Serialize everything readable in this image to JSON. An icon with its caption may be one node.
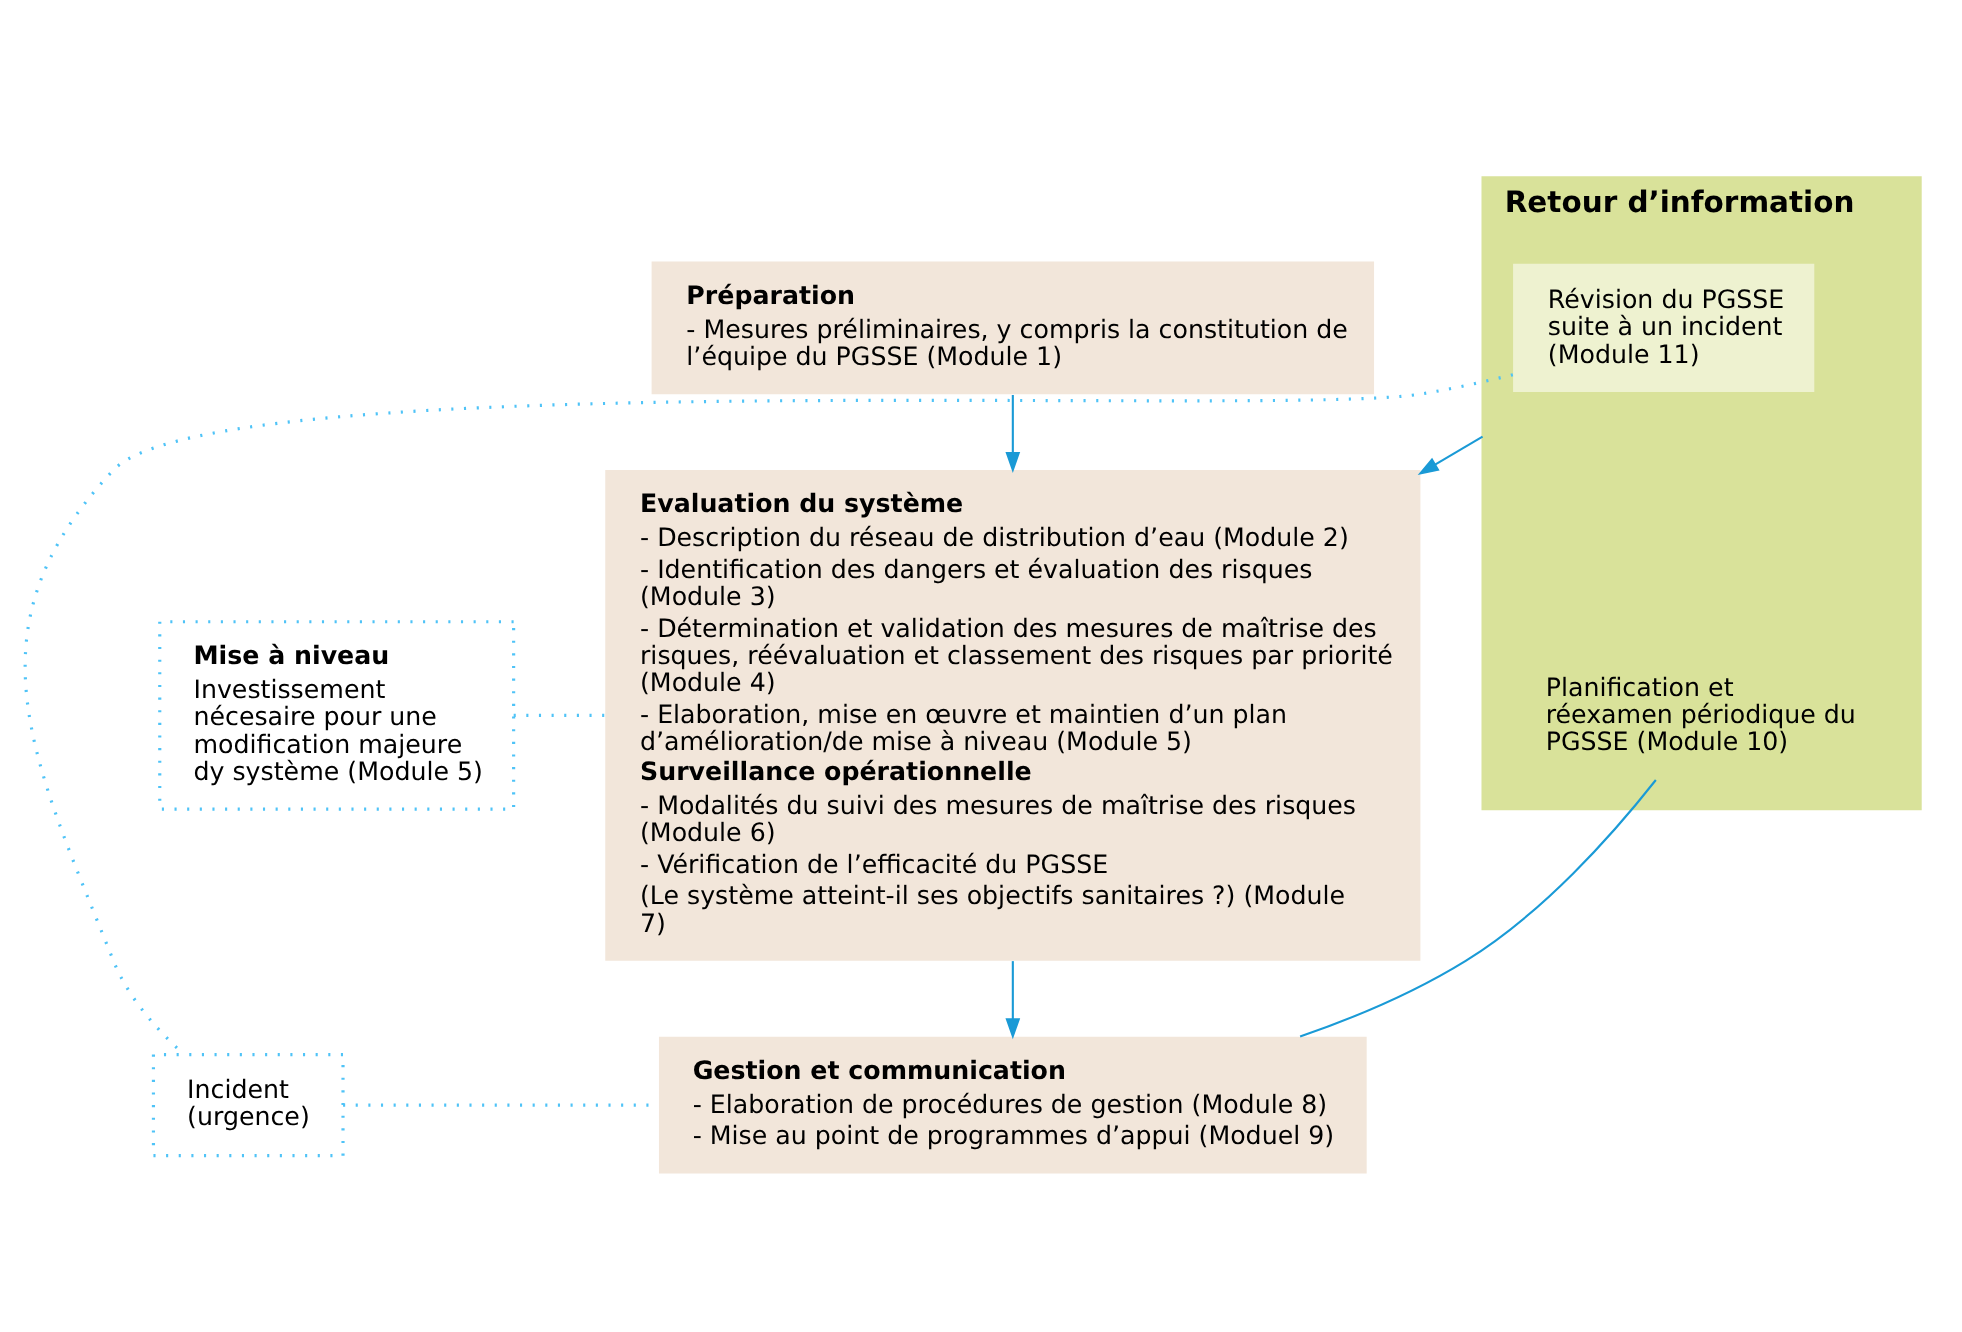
{
  "diagram": {
    "nodes": [
      {
        "text": [
          "Préparation",
          "- Mesures préliminaires, y compris la constitution de l’équipe du PGSSE (Module 1)"
        ]
      },
      {
        "text": [
          "Evaluation du système",
          "- Description du réseau de distribution d’eau (Module 2)",
          "- Identification des dangers et évaluation des risques (Module 3)",
          "- Détermination et validation des mesures de maîtrise des risques, réévaluation et classement des risques par priorité (Module 4)",
          "- Elaboration, mise en œuvre et maintien d’un plan d’amélioration/de mise à niveau (Module 5)",
          "Surveillance opérationnelle",
          "- Modalités du suivi des mesures de maîtrise des risques (Module 6)",
          "- Vérification de l’efficacité du PGSSE",
          "(Le système atteint-il ses objectifs sanitaires ?) (Module 7)"
        ]
      },
      {
        "text": [
          "Retour d’information"
        ]
      },
      {
        "text": [
          "Révision du PGSSE suite à un incident (Module 11)"
        ],
        "in": 2
      },
      {
        "text": [
          "Planification et réexamen périodique du PGSSE (Module 10)"
        ],
        "in": 2
      },
      {
        "text": [
          "Mise à niveau",
          "Investissement nécesaire pour une modification majeure dy système (Module 5)"
        ]
      },
      {
        "text": [
          "Incident (urgence)"
        ]
      },
      {
        "text": [
          "Gestion et communication",
          "- Elaboration de procédures de gestion (Module 8)",
          "- Mise au point de programmes d’appui (Moduel 9)"
        ]
      }
    ],
    "edges": [
      {
        "from": 0,
        "to": 1,
        "arrow": "to"
      },
      {
        "from": 2,
        "to": 1,
        "arrow": "to"
      },
      {
        "from": 1,
        "to": 7,
        "arrow": "to"
      },
      {
        "from": 5,
        "to": 1,
        "arrow": "none",
        "style": "dashed",
        "color": "#4fc3f7"
      },
      {
        "from": 3,
        "to": 6,
        "arrow": "none",
        "style": "dashed",
        "color": "#4fc3f7"
      },
      {
        "from": 6,
        "to": 7,
        "arrow": "none",
        "style": "dashed",
        "color": "#4fc3f7"
      },
      {
        "from": 4,
        "to": 7,
        "arrow": "none"
      }
    ]
  }
}
